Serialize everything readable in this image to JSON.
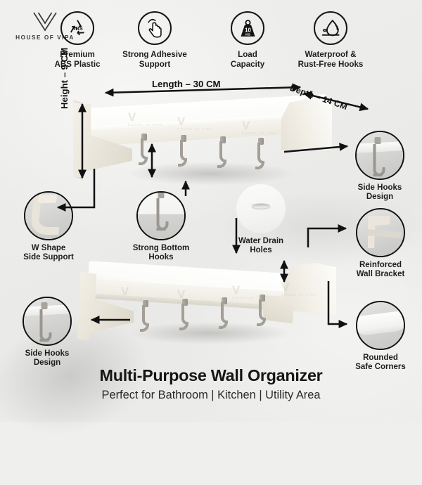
{
  "brand": {
    "logo_icon": "vipa-v-logo-icon",
    "name": "HOUSE OF VIPA"
  },
  "features": [
    {
      "icon": "abs-recycle-icon",
      "label": "Premium\nABS Plastic"
    },
    {
      "icon": "hand-tap-icon",
      "label": "Strong Adhesive\nSupport"
    },
    {
      "icon": "weight-10kg-icon",
      "label": "Load\nCapacity"
    },
    {
      "icon": "water-droplet-icon",
      "label": "Waterproof &\nRust-Free Hooks"
    }
  ],
  "weight_icon_text": {
    "value": "10",
    "unit": "KG"
  },
  "dimensions": {
    "length": "Length – 30 CM",
    "depth": "Depth – 14 CM",
    "height": "Height – 9 CM"
  },
  "callouts": [
    {
      "id": "side-hooks-top",
      "label": "Side Hooks\nDesign",
      "lens": "side-hook-photo"
    },
    {
      "id": "w-shape",
      "label": "W Shape\nSide Support",
      "lens": "w-bracket-photo"
    },
    {
      "id": "bottom-hooks",
      "label": "Strong Bottom\nHooks",
      "lens": "bottom-hook-photo"
    },
    {
      "id": "drain-holes",
      "label": "Water Drain\nHoles",
      "lens": "drain-hole-photo"
    },
    {
      "id": "wall-bracket",
      "label": "Reinforced\nWall Bracket",
      "lens": "wall-bracket-photo"
    },
    {
      "id": "side-hooks-bot",
      "label": "Side Hooks\nDesign",
      "lens": "side-hook-photo"
    },
    {
      "id": "rounded-corners",
      "label": "Rounded\nSafe Corners",
      "lens": "rounded-corner-photo"
    }
  ],
  "product": {
    "watermark_text": "HOUSE OF VIPA",
    "hook_count_top": 4,
    "hook_count_bottom": 4
  },
  "footer": {
    "title": "Multi-Purpose Wall Organizer",
    "subtitle": "Perfect for Bathroom | Kitchen | Utility Area"
  },
  "colors": {
    "background": "#efefed",
    "ink": "#161616",
    "product_white": "#fbfbf8",
    "hook_grey": "#a49f96"
  }
}
